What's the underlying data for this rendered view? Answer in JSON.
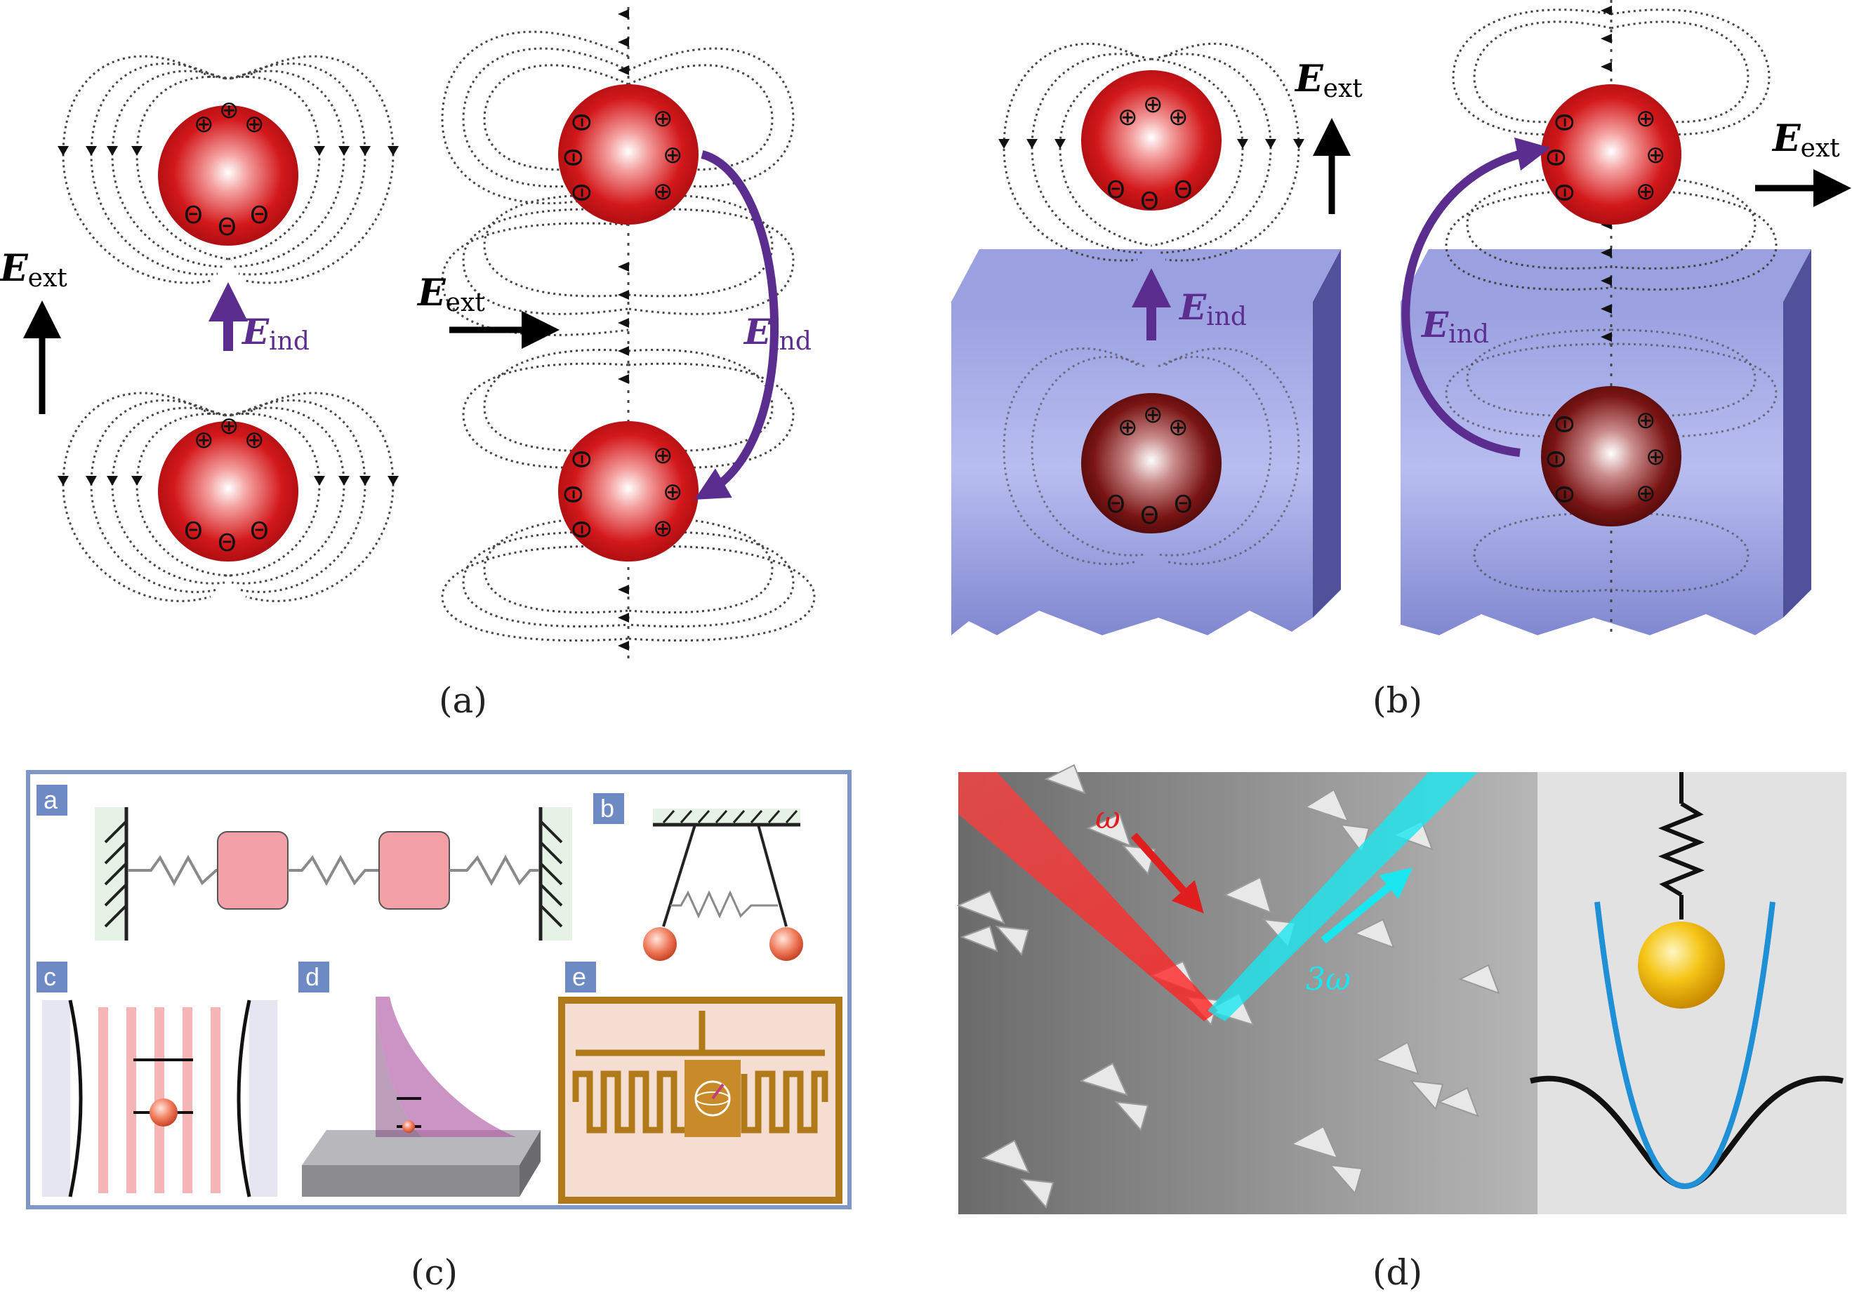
{
  "captions": {
    "a": "(a)",
    "b": "(b)",
    "c": "(c)",
    "d": "(d)"
  },
  "labels": {
    "E": "E",
    "ext": "ext",
    "ind": "ind",
    "plus": "⊕",
    "minus": "Θ"
  },
  "panel_c": {
    "tiles": [
      "a",
      "b",
      "c",
      "d",
      "e"
    ]
  },
  "panel_d": {
    "omega": "ω",
    "three_omega": "3ω"
  },
  "colors": {
    "sphere": "#d3181b",
    "sphere_dark": "#7a1414",
    "induced_arrow": "#5b2d8e",
    "substrate": "#7d84cf",
    "frame": "#7f96c8",
    "tile": "#6e8ac4",
    "mass": "#f3a0a6",
    "red_beam": "#ff2a2a",
    "cyan_beam": "#19e6ee",
    "parabola_blue": "#1f8fd6",
    "gold": "#f0b400"
  }
}
